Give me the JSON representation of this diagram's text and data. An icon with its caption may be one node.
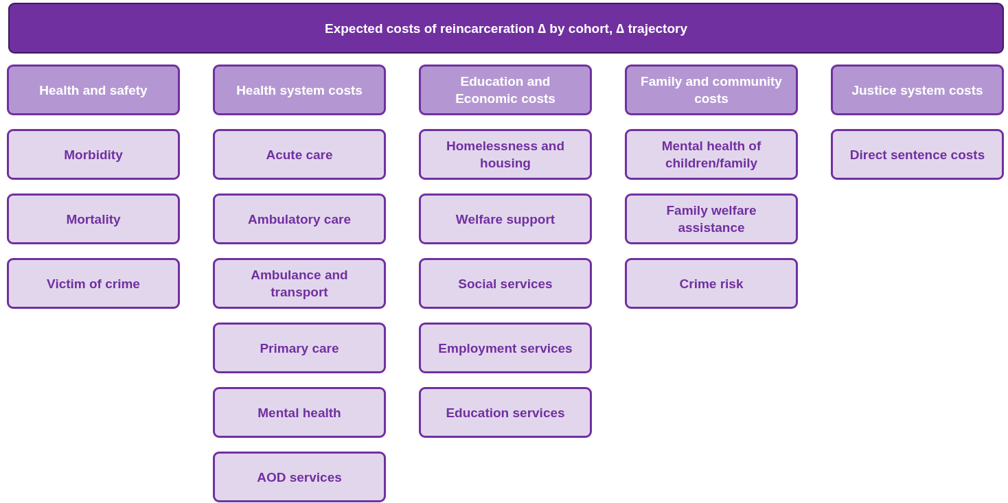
{
  "diagram": {
    "nodes": [
      {
        "text": [
          "Expected costs of reincarceration ∆ by cohort, ∆ trajectory"
        ]
      },
      {
        "text": [
          "Health and safety"
        ]
      },
      {
        "text": [
          "Morbidity"
        ]
      },
      {
        "text": [
          "Mortality"
        ]
      },
      {
        "text": [
          "Victim of crime"
        ]
      },
      {
        "text": [
          "Health system costs"
        ]
      },
      {
        "text": [
          "Acute care"
        ]
      },
      {
        "text": [
          "Ambulatory care"
        ]
      },
      {
        "text": [
          "Ambulance and transport"
        ]
      },
      {
        "text": [
          "Primary care"
        ]
      },
      {
        "text": [
          "Mental health"
        ]
      },
      {
        "text": [
          "AOD services"
        ]
      },
      {
        "text": [
          "Education and Economic costs"
        ]
      },
      {
        "text": [
          "Homelessness and housing"
        ]
      },
      {
        "text": [
          "Welfare support"
        ]
      },
      {
        "text": [
          "Social services"
        ]
      },
      {
        "text": [
          "Employment services"
        ]
      },
      {
        "text": [
          "Education services"
        ]
      },
      {
        "text": [
          "Family and community costs"
        ]
      },
      {
        "text": [
          "Mental health of children/family"
        ]
      },
      {
        "text": [
          "Family welfare assistance"
        ]
      },
      {
        "text": [
          "Crime risk"
        ]
      },
      {
        "text": [
          "Justice system costs"
        ]
      },
      {
        "text": [
          "Direct sentence costs"
        ]
      }
    ]
  }
}
